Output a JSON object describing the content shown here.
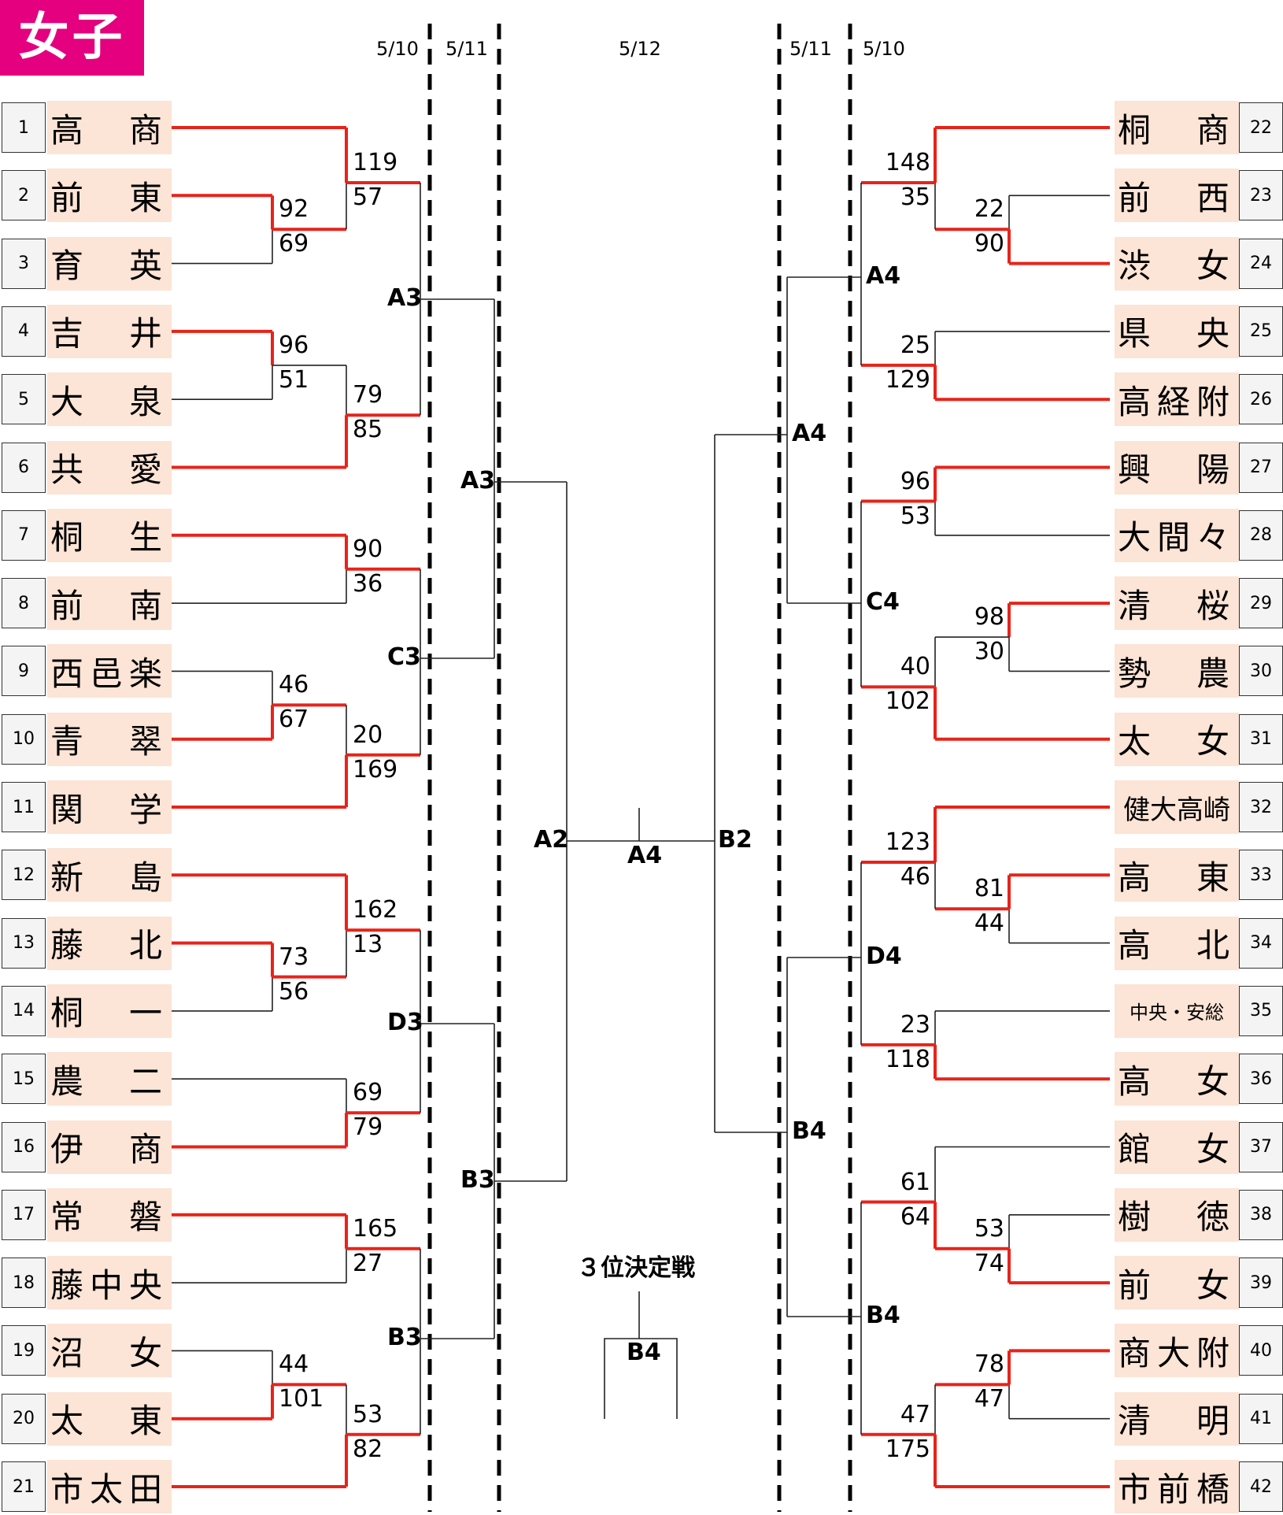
{
  "title": "女子",
  "dates": {
    "left_r1": "5/10",
    "left_r2": "5/11",
    "final": "5/12",
    "right_r2": "5/11",
    "right_r1": "5/10"
  },
  "third_place": {
    "title": "３位決定戦",
    "venue": "B4"
  },
  "final_venue": "A4",
  "left_teams": [
    {
      "seed": "1",
      "name": "高　商"
    },
    {
      "seed": "2",
      "name": "前　東"
    },
    {
      "seed": "3",
      "name": "育　英"
    },
    {
      "seed": "4",
      "name": "吉　井"
    },
    {
      "seed": "5",
      "name": "大　泉"
    },
    {
      "seed": "6",
      "name": "共　愛"
    },
    {
      "seed": "7",
      "name": "桐　生"
    },
    {
      "seed": "8",
      "name": "前　南"
    },
    {
      "seed": "9",
      "name": "西邑楽"
    },
    {
      "seed": "10",
      "name": "青　翠"
    },
    {
      "seed": "11",
      "name": "関　学"
    },
    {
      "seed": "12",
      "name": "新　島"
    },
    {
      "seed": "13",
      "name": "藤　北"
    },
    {
      "seed": "14",
      "name": "桐　一"
    },
    {
      "seed": "15",
      "name": "農　二"
    },
    {
      "seed": "16",
      "name": "伊　商"
    },
    {
      "seed": "17",
      "name": "常　磐"
    },
    {
      "seed": "18",
      "name": "藤中央"
    },
    {
      "seed": "19",
      "name": "沼　女"
    },
    {
      "seed": "20",
      "name": "太　東"
    },
    {
      "seed": "21",
      "name": "市太田"
    }
  ],
  "right_teams": [
    {
      "seed": "22",
      "name": "桐　商"
    },
    {
      "seed": "23",
      "name": "前　西"
    },
    {
      "seed": "24",
      "name": "渋　女"
    },
    {
      "seed": "25",
      "name": "県　央"
    },
    {
      "seed": "26",
      "name": "高経附"
    },
    {
      "seed": "27",
      "name": "興　陽"
    },
    {
      "seed": "28",
      "name": "大間々"
    },
    {
      "seed": "29",
      "name": "清　桜"
    },
    {
      "seed": "30",
      "name": "勢　農"
    },
    {
      "seed": "31",
      "name": "太　女"
    },
    {
      "seed": "32",
      "name": "健大高崎"
    },
    {
      "seed": "33",
      "name": "高　東"
    },
    {
      "seed": "34",
      "name": "高　北"
    },
    {
      "seed": "35",
      "name": "中央・安総"
    },
    {
      "seed": "36",
      "name": "高　女"
    },
    {
      "seed": "37",
      "name": "館　女"
    },
    {
      "seed": "38",
      "name": "樹　徳"
    },
    {
      "seed": "39",
      "name": "前　女"
    },
    {
      "seed": "40",
      "name": "商大附"
    },
    {
      "seed": "41",
      "name": "清　明"
    },
    {
      "seed": "42",
      "name": "市前橋"
    }
  ],
  "left_matches": [
    {
      "top": "92",
      "bottom": "69"
    },
    {
      "top": "119",
      "bottom": "57"
    },
    {
      "top": "96",
      "bottom": "51"
    },
    {
      "top": "79",
      "bottom": "85"
    },
    {
      "top": "90",
      "bottom": "36"
    },
    {
      "top": "46",
      "bottom": "67"
    },
    {
      "top": "20",
      "bottom": "169"
    },
    {
      "top": "73",
      "bottom": "56"
    },
    {
      "top": "162",
      "bottom": "13"
    },
    {
      "top": "69",
      "bottom": "79"
    },
    {
      "top": "165",
      "bottom": "27"
    },
    {
      "top": "44",
      "bottom": "101"
    },
    {
      "top": "53",
      "bottom": "82"
    }
  ],
  "right_matches": [
    {
      "top": "22",
      "bottom": "90"
    },
    {
      "top": "148",
      "bottom": "35"
    },
    {
      "top": "25",
      "bottom": "129"
    },
    {
      "top": "96",
      "bottom": "53"
    },
    {
      "top": "98",
      "bottom": "30"
    },
    {
      "top": "40",
      "bottom": "102"
    },
    {
      "top": "81",
      "bottom": "44"
    },
    {
      "top": "123",
      "bottom": "46"
    },
    {
      "top": "23",
      "bottom": "118"
    },
    {
      "top": "53",
      "bottom": "74"
    },
    {
      "top": "61",
      "bottom": "64"
    },
    {
      "top": "78",
      "bottom": "47"
    },
    {
      "top": "47",
      "bottom": "175"
    }
  ],
  "venues": {
    "left_q1": "A3",
    "left_q2": "C3",
    "left_q3": "D3",
    "left_q4": "B3",
    "left_s1": "A3",
    "left_s2": "B3",
    "left_final": "A2",
    "right_q1": "A4",
    "right_q2": "C4",
    "right_q3": "D4",
    "right_q4": "B4",
    "right_s1": "A4",
    "right_s2": "B4",
    "right_final": "B2"
  },
  "colors": {
    "accent": "#e4007f",
    "win_line": "#e8231a",
    "team_bg": "#fce4d6"
  }
}
